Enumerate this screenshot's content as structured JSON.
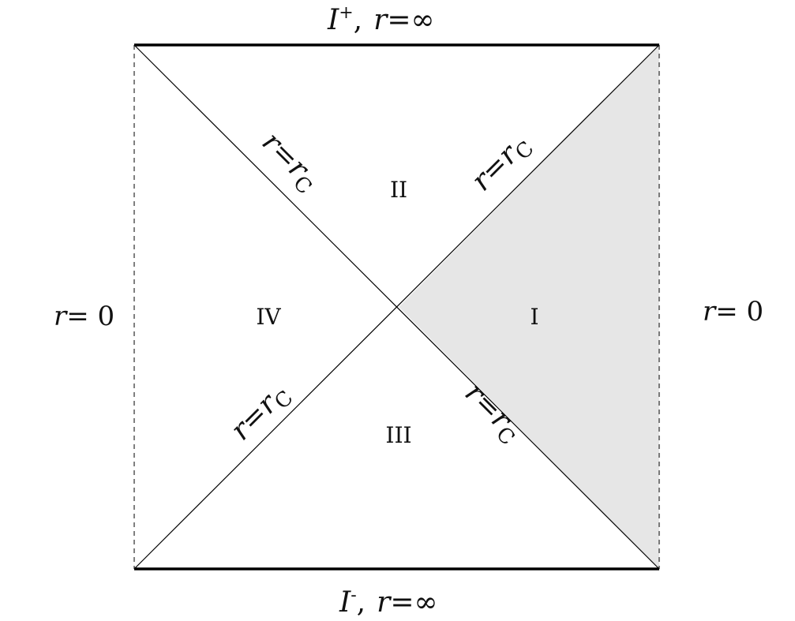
{
  "diagram": {
    "labels": {
      "top_scri": "I",
      "top_sup": "+",
      "top_sep": ",",
      "top_r": "r",
      "top_eq": "=∞",
      "bottom_scri": "I",
      "bottom_sup": "-",
      "bottom_sep": ",",
      "bottom_r": "r",
      "bottom_eq": "=∞",
      "left_r": "r",
      "left_eq": "= 0",
      "right_r": "r",
      "right_eq": "= 0",
      "region_I": "I",
      "region_II": "II",
      "region_III": "III",
      "region_IV": "IV",
      "horizon": "r=r",
      "horizon_sub": "C"
    },
    "colors": {
      "shaded_region": "#e6e6e6",
      "line": "#000000"
    }
  }
}
